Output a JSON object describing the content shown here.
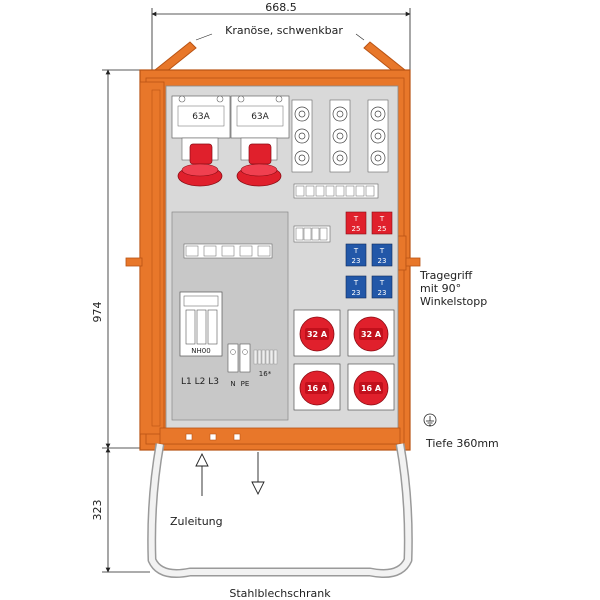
{
  "dimensions": {
    "width": "668.5",
    "height": "974",
    "base_height": "323"
  },
  "labels": {
    "crane": "Kranöse, schwenkbar",
    "handle_line1": "Tragegriff",
    "handle_line2": "mit 90°",
    "handle_line3": "Winkelstopp",
    "depth": "Tiefe 360mm",
    "supply": "Zuleitung",
    "cabinet": "Stahlblechschrank"
  },
  "components": {
    "breaker_a": "63A",
    "breaker_b": "63A",
    "fuse_base": "NH00",
    "phases": "L1 L2 L3",
    "n_label": "N",
    "pe_label": "PE",
    "terminal_count": "16*",
    "sockets_t25": [
      {
        "t": "T",
        "num": "25"
      },
      {
        "t": "T",
        "num": "25"
      }
    ],
    "sockets_t23_row1": [
      {
        "t": "T",
        "num": "23"
      },
      {
        "t": "T",
        "num": "23"
      }
    ],
    "sockets_t23_row2": [
      {
        "t": "T",
        "num": "23"
      },
      {
        "t": "T",
        "num": "23"
      }
    ],
    "cee_32": [
      "32 A",
      "32 A"
    ],
    "cee_16": [
      "16 A",
      "16 A"
    ]
  },
  "colors": {
    "frame": "#e8772a",
    "frame_dark": "#b85314",
    "panel": "#d9d9d9",
    "red": "#e0202c",
    "blue": "#2257a8"
  }
}
